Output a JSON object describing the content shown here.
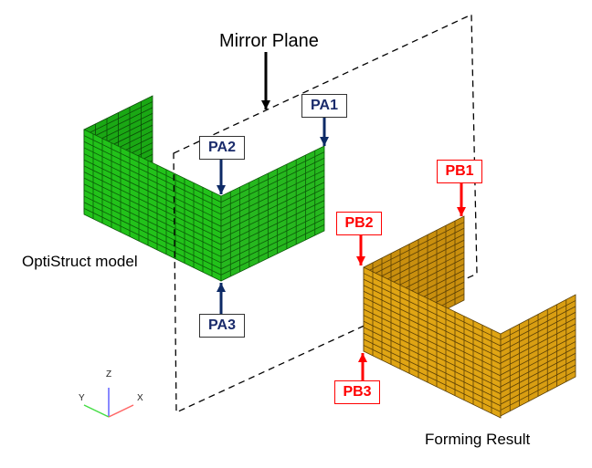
{
  "title": "Mirror Plane",
  "models": {
    "left": "OptiStruct model",
    "right": "Forming Result"
  },
  "points": {
    "PA1": "PA1",
    "PA2": "PA2",
    "PA3": "PA3",
    "PB1": "PB1",
    "PB2": "PB2",
    "PB3": "PB3"
  },
  "axes": {
    "x": "X",
    "y": "Y",
    "z": "Z"
  },
  "colors": {
    "green": "#22c21a",
    "gold": "#e0a514",
    "navy": "#0d2a66",
    "red": "#ff0000"
  }
}
